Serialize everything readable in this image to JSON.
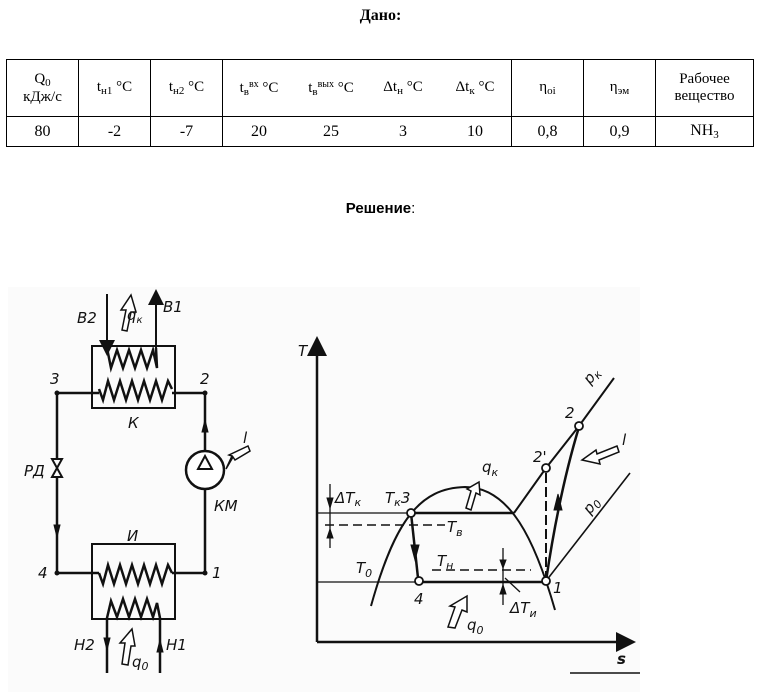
{
  "given": {
    "title": "Дано:",
    "headers": {
      "q0": {
        "main": "Q",
        "sub": "0",
        "unit": "кДж/с"
      },
      "tn1": {
        "main": "t",
        "sub": "н1",
        "unit": "°C"
      },
      "tn2": {
        "main": "t",
        "sub": "н2",
        "unit": "°C"
      },
      "tv_in": {
        "main": "t",
        "sub": "в",
        "sup": "вх",
        "unit": "°C"
      },
      "tv_out": {
        "main": "t",
        "sub": "в",
        "sup": "вых",
        "unit": "°C"
      },
      "dtn": {
        "main": "Δt",
        "sub": "н",
        "unit": "°C"
      },
      "dtk": {
        "main": "Δt",
        "sub": "к",
        "unit": "°C"
      },
      "eta_oi": {
        "main": "η",
        "sub": "oi"
      },
      "eta_em": {
        "main": "η",
        "sub": "эм"
      },
      "substance": {
        "line1": "Рабочее",
        "line2": "вещество"
      }
    },
    "values": {
      "q0": "80",
      "tn1": "-2",
      "tn2": "-7",
      "tv_in": "20",
      "tv_out": "25",
      "dtn": "3",
      "dtk": "10",
      "eta_oi": "0,8",
      "eta_em": "0,9",
      "substance": {
        "main": "NH",
        "sub": "3"
      }
    }
  },
  "solution": {
    "title": "Решение",
    "colon": ":"
  },
  "scheme": {
    "condenser_label": "К",
    "evaporator_label": "И",
    "compressor_label": "КМ",
    "valve_label": "РД",
    "work_label": "l",
    "water_in": "В2",
    "water_out": "В1",
    "brine_out": "Н2",
    "brine_in": "Н1",
    "qk": "q",
    "qk_sub": "к",
    "q0": "q",
    "q0_sub": "0",
    "points": {
      "p1": "1",
      "p2": "2",
      "p3": "3",
      "p4": "4"
    }
  },
  "ts_diagram": {
    "axis_y": "T",
    "axis_x": "s",
    "dTk": "ΔT",
    "dTk_sub": "к",
    "Tk3": "T",
    "Tk3_sub": "к",
    "Tk3_pt": "3",
    "Tv": "T",
    "Tv_sub": "в",
    "Tn": "T",
    "Tn_sub": "н",
    "T0": "T",
    "T0_sub": "0",
    "dTi": "ΔT",
    "dTi_sub": "и",
    "qk": "q",
    "qk_sub": "к",
    "q0": "q",
    "q0_sub": "0",
    "pk": "p",
    "pk_sub": "к",
    "p0": "p",
    "p0_sub": "0",
    "work_label": "l",
    "points": {
      "p1": "1",
      "p2": "2",
      "p2p": "2'",
      "p3": "3",
      "p4": "4"
    }
  }
}
